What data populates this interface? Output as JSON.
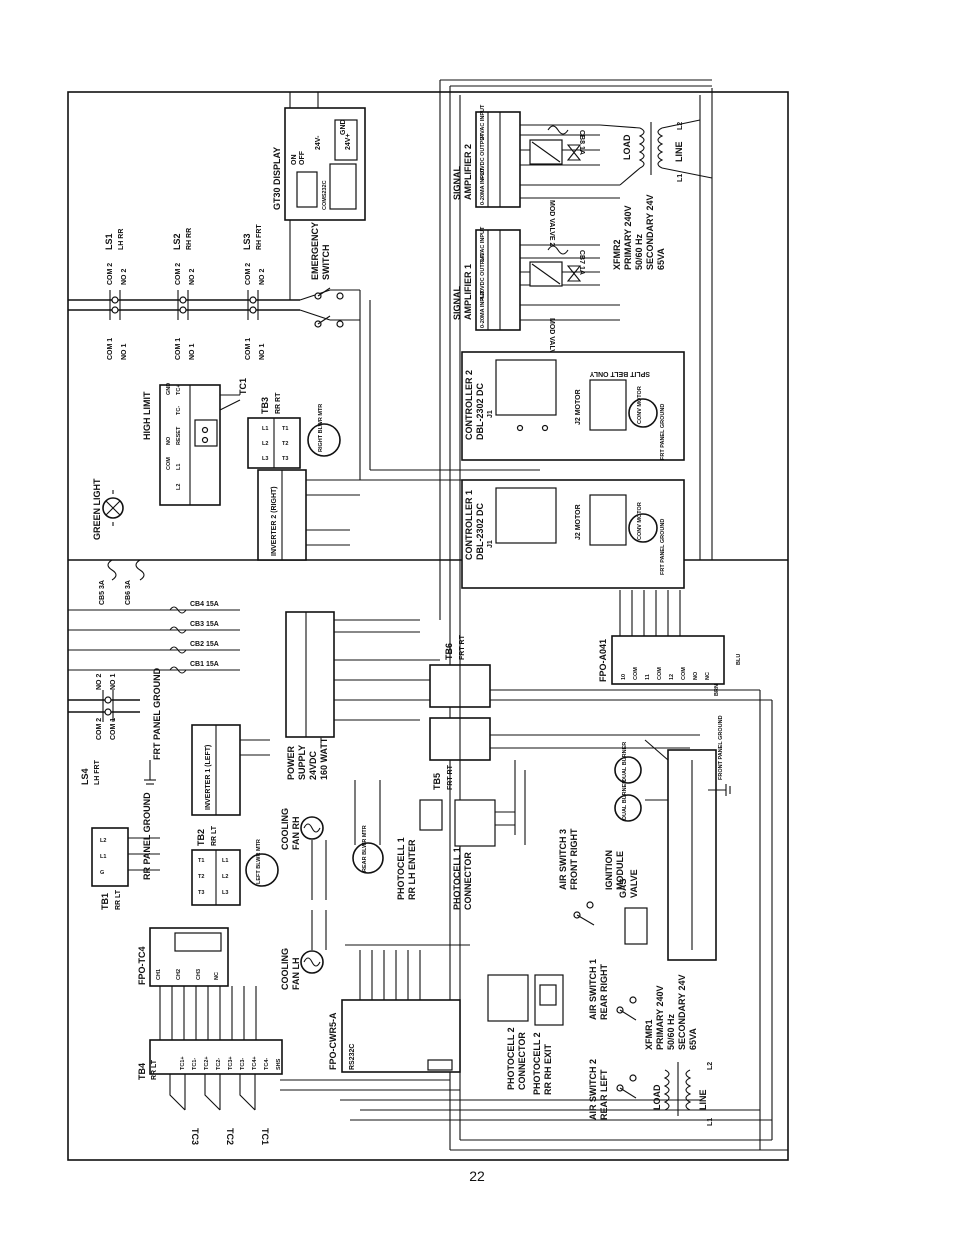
{
  "page": {
    "number": "22"
  },
  "components": {
    "ls1": {
      "name": "LS1",
      "location": "LH RR",
      "com1": "COM 1",
      "no1": "NO 1",
      "com2": "COM 2",
      "no2": "NO 2"
    },
    "ls2": {
      "name": "LS2",
      "location": "RH RR",
      "com1": "COM 1",
      "no1": "NO 1",
      "com2": "COM 2",
      "no2": "NO 2"
    },
    "ls3": {
      "name": "LS3",
      "location": "RH FRT",
      "com1": "COM 1",
      "no1": "NO 1",
      "com2": "COM 2",
      "no2": "NO 2"
    },
    "ls4": {
      "name": "LS4",
      "location": "LH FRT",
      "com1": "COM 1",
      "no1": "NO 1",
      "com2": "COM 2",
      "no2": "NO 2"
    },
    "emergency_switch": {
      "line1": "EMERGENCY",
      "line2": "SWITCH"
    },
    "gt30_display": {
      "name": "GT30 DISPLAY",
      "labels": [
        "24V+",
        "24V-",
        "GND",
        "ON",
        "OFF",
        "COMS232C"
      ]
    },
    "signal_amp_1": {
      "line1": "SIGNAL",
      "line2": "AMPLIFIER 1",
      "pins": [
        "24VAC INPUT",
        "4-20VDC OUTPUT",
        "0-20MA INPUT"
      ]
    },
    "signal_amp_2": {
      "line1": "SIGNAL",
      "line2": "AMPLIFIER 2",
      "pins": [
        "24VAC INPUT",
        "4-20VDC OUTPUT",
        "0-20MA INPUT"
      ]
    },
    "mod_valve_1": "MOD VALVE 1",
    "mod_valve_2": "MOD VALVE 2",
    "cb7": "CB7 1A",
    "cb8": "CB8 1A",
    "xfmr2": {
      "name": "XFMR2",
      "primary": "PRIMARY 240V",
      "freq": "50/60 Hz",
      "secondary": "SECONDARY 24V",
      "va": "65VA",
      "load": "LOAD",
      "line": "LINE",
      "l1": "L1",
      "l2": "L2"
    },
    "xfmr1": {
      "name": "XFMR1",
      "primary": "PRIMARY 240V",
      "freq": "50/60 Hz",
      "secondary": "SECONDARY 24V",
      "va": "65VA",
      "load": "LOAD",
      "line": "LINE",
      "l1": "L1",
      "l2": "L2"
    },
    "high_limit": {
      "name": "HIGH LIMIT",
      "pins": [
        "GND",
        "TC+",
        "TC-",
        "RESET",
        "NO",
        "COM",
        "L1",
        "L2"
      ]
    },
    "tc1": "TC1",
    "tb3": {
      "name": "TB3",
      "location": "RR RT",
      "pins": [
        "L1",
        "L2",
        "L3",
        "T1",
        "T2",
        "T3"
      ]
    },
    "right_blower": "RIGHT BLWR MTR",
    "left_blower": "LEFT BLWR MTR",
    "rear_blower": "REAR BLWR MTR",
    "green_light": "GREEN LIGHT",
    "cb5": "CB5 3A",
    "cb6": "CB6 3A",
    "cb4": "CB4 15A",
    "cb3": "CB3 15A",
    "cb2": "CB2 15A",
    "cb1": "CB1 15A",
    "inverter_2": {
      "name": "INVERTER 2 (RIGHT)"
    },
    "inverter_1": {
      "name": "INVERTER 1 (LEFT)"
    },
    "controller_1": {
      "line1": "CONTROLLER 1",
      "line2": "DBL-2302 DC",
      "motor": "J2 MOTOR",
      "j1": "J1",
      "conv": "CONV MOTOR",
      "ground": "FRT PANEL GROUND"
    },
    "controller_2": {
      "line1": "CONTROLLER 2",
      "line2": "DBL-2302 DC",
      "motor": "J2 MOTOR",
      "j1": "J1",
      "conv": "CONV MOTOR",
      "ground": "FRT PANEL GROUND"
    },
    "split_belt": "SPLIT BELT ONLY",
    "fpo_a041": {
      "name": "FPO-A041",
      "pins": [
        "10",
        "COM",
        "11",
        "COM",
        "12",
        "COM",
        "NO",
        "NC"
      ],
      "blu": "BLU",
      "brn": "BRN"
    },
    "power_supply": {
      "line1": "POWER",
      "line2": "SUPPLY",
      "line3": "24VDC",
      "line4": "160 WATT"
    },
    "tb6": {
      "name": "TB6",
      "location": "FRT RT"
    },
    "tb5": {
      "name": "TB5",
      "location": "FRT RT"
    },
    "tb1": {
      "name": "TB1",
      "location": "RR LT",
      "pins": [
        "L2",
        "L1",
        "G"
      ]
    },
    "tb2": {
      "name": "TB2",
      "location": "RR LT",
      "pins": [
        "T1",
        "T2",
        "T3",
        "L1",
        "L2",
        "L3"
      ]
    },
    "tb4": {
      "name": "TB4",
      "location": "RR LT",
      "pins": [
        "SHS",
        "TC4-",
        "TC4+",
        "TC3-",
        "TC3+",
        "TC2-",
        "TC2+",
        "TC1-",
        "TC1+"
      ]
    },
    "frt_panel_ground": "FRT PANEL GROUND",
    "rr_panel_ground": "RR PANEL GROUND",
    "cooling_fan_rh": {
      "line1": "COOLING",
      "line2": "FAN RH"
    },
    "cooling_fan_lh": {
      "line1": "COOLING",
      "line2": "FAN LH"
    },
    "fpo_tc4": {
      "name": "FPO-TC4",
      "pins": [
        "CH1",
        "CH2",
        "CH3",
        "NC"
      ]
    },
    "fpo_cwr5": {
      "name": "FPO-CWR5-A",
      "sub": "RS232C"
    },
    "photocell_1": {
      "line1": "PHOTOCELL 1",
      "line2": "RR LH ENTER"
    },
    "photocell_1_conn": {
      "line1": "PHOTOCELL 1",
      "line2": "CONNECTOR"
    },
    "photocell_2": {
      "line1": "PHOTOCELL 2",
      "line2": "RR RH EXIT"
    },
    "photocell_2_conn": {
      "line1": "PHOTOCELL 2",
      "line2": "CONNECTOR"
    },
    "air_switch_1": {
      "line1": "AIR SWITCH 1",
      "line2": "REAR RIGHT"
    },
    "air_switch_2": {
      "line1": "AIR SWITCH 2",
      "line2": "REAR LEFT"
    },
    "air_switch_3": {
      "line1": "AIR SWITCH 3",
      "line2": "FRONT RIGHT"
    },
    "ignition_module": {
      "line1": "IGNITION",
      "line2": "MODULE"
    },
    "gas_valve": {
      "line1": "GAS",
      "line2": "VALVE"
    },
    "dual_burner": "DUAL BURNER",
    "front_panel_ground": "FRONT PANEL GROUND",
    "tc_probes": [
      "TC3",
      "TC2",
      "TC1"
    ]
  }
}
